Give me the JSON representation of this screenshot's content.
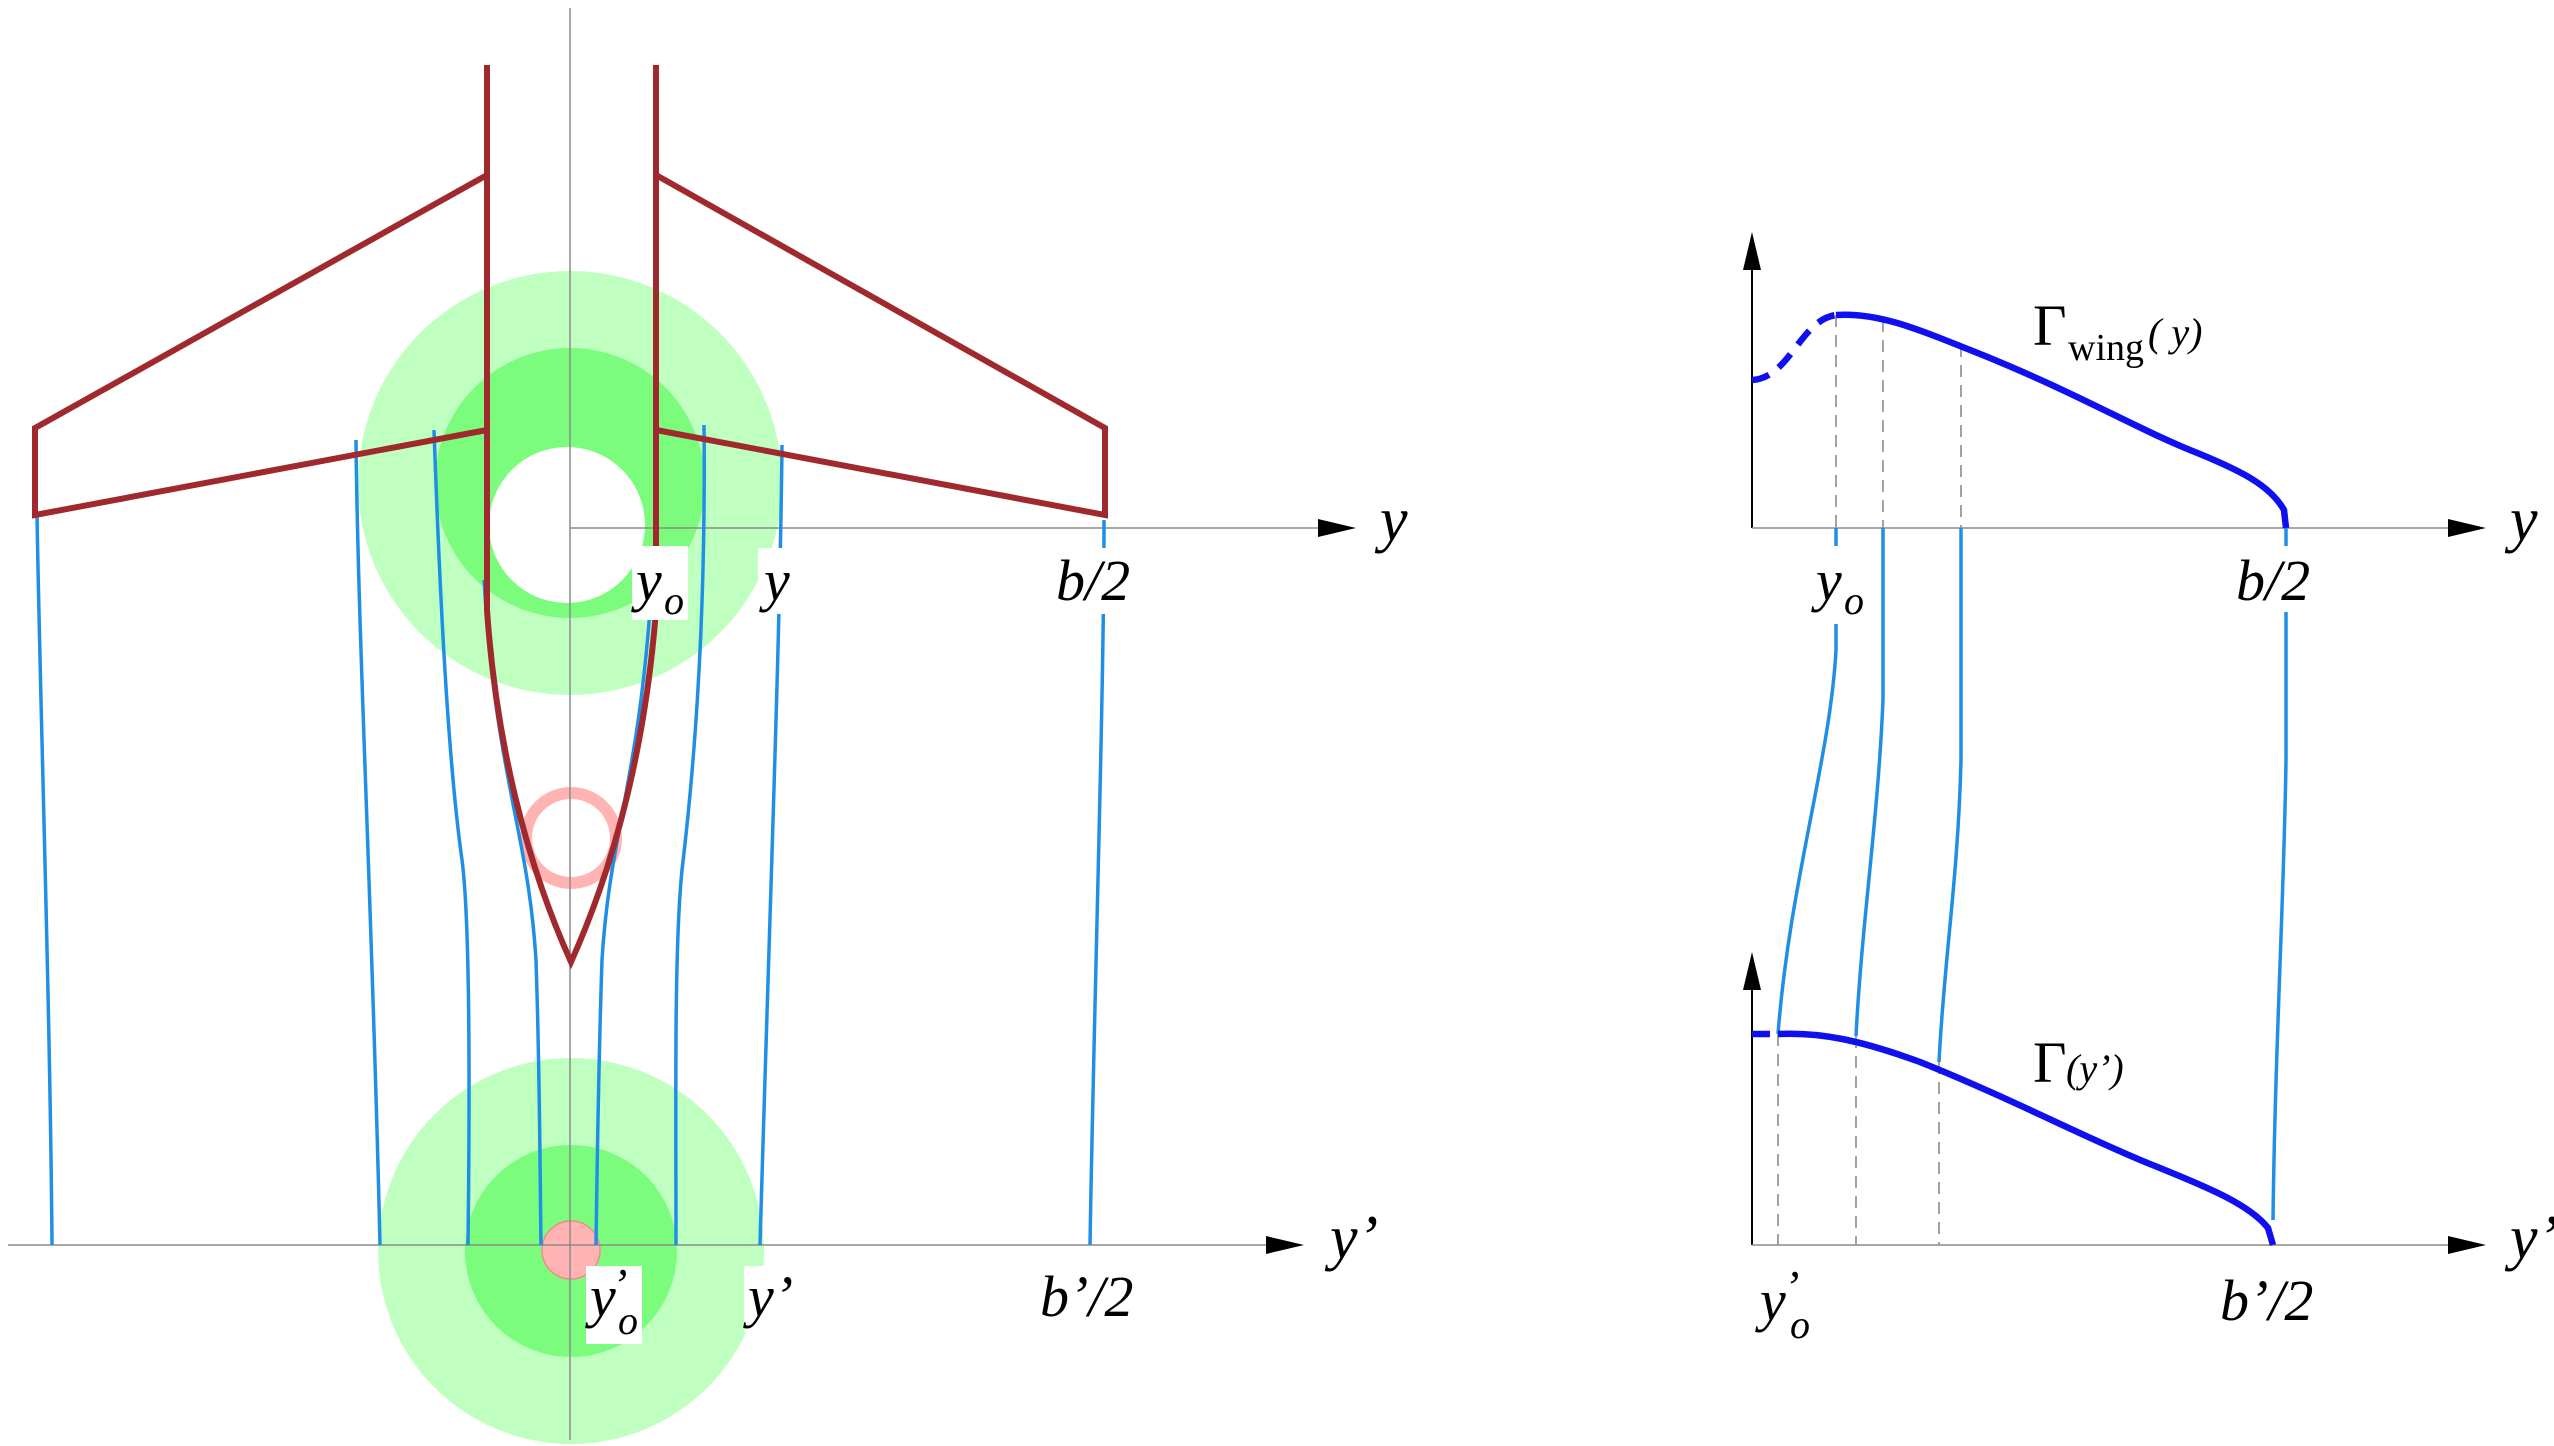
{
  "left_panel": {
    "axis_top_label": "y",
    "axis_bottom_label": "y’",
    "wing_station_labels": {
      "yo_base": "y",
      "yo_sub": "o",
      "y": "y",
      "semi_span": "b/2"
    },
    "wake_station_labels": {
      "yo_base": "y",
      "yo_sub": "o",
      "yo_prime": "’",
      "y_prime": "y’",
      "semi_span_prime": "b’/2"
    }
  },
  "right_panel": {
    "axis_top_label": "y",
    "axis_bottom_label": "y’",
    "top_curve_label": {
      "gamma": "Γ",
      "subscript": "wing",
      "argument": "( y)"
    },
    "bottom_curve_label": {
      "gamma": "Γ",
      "argument": "(y’)"
    },
    "top_axis_ticks": {
      "yo_base": "y",
      "yo_sub": "o",
      "semi_span": "b/2"
    },
    "bottom_axis_ticks": {
      "yo_base": "y",
      "yo_sub": "o",
      "yo_prime": "’",
      "semi_span_prime": "b’/2"
    }
  },
  "colors": {
    "airframe": "#a0292d",
    "streamlines": "#1f8fe6",
    "circulation": "#1010ee",
    "vortex_outer": "#bfffbf",
    "vortex_inner": "#7cfc7c",
    "vortex_core": "#ffb3b3"
  }
}
